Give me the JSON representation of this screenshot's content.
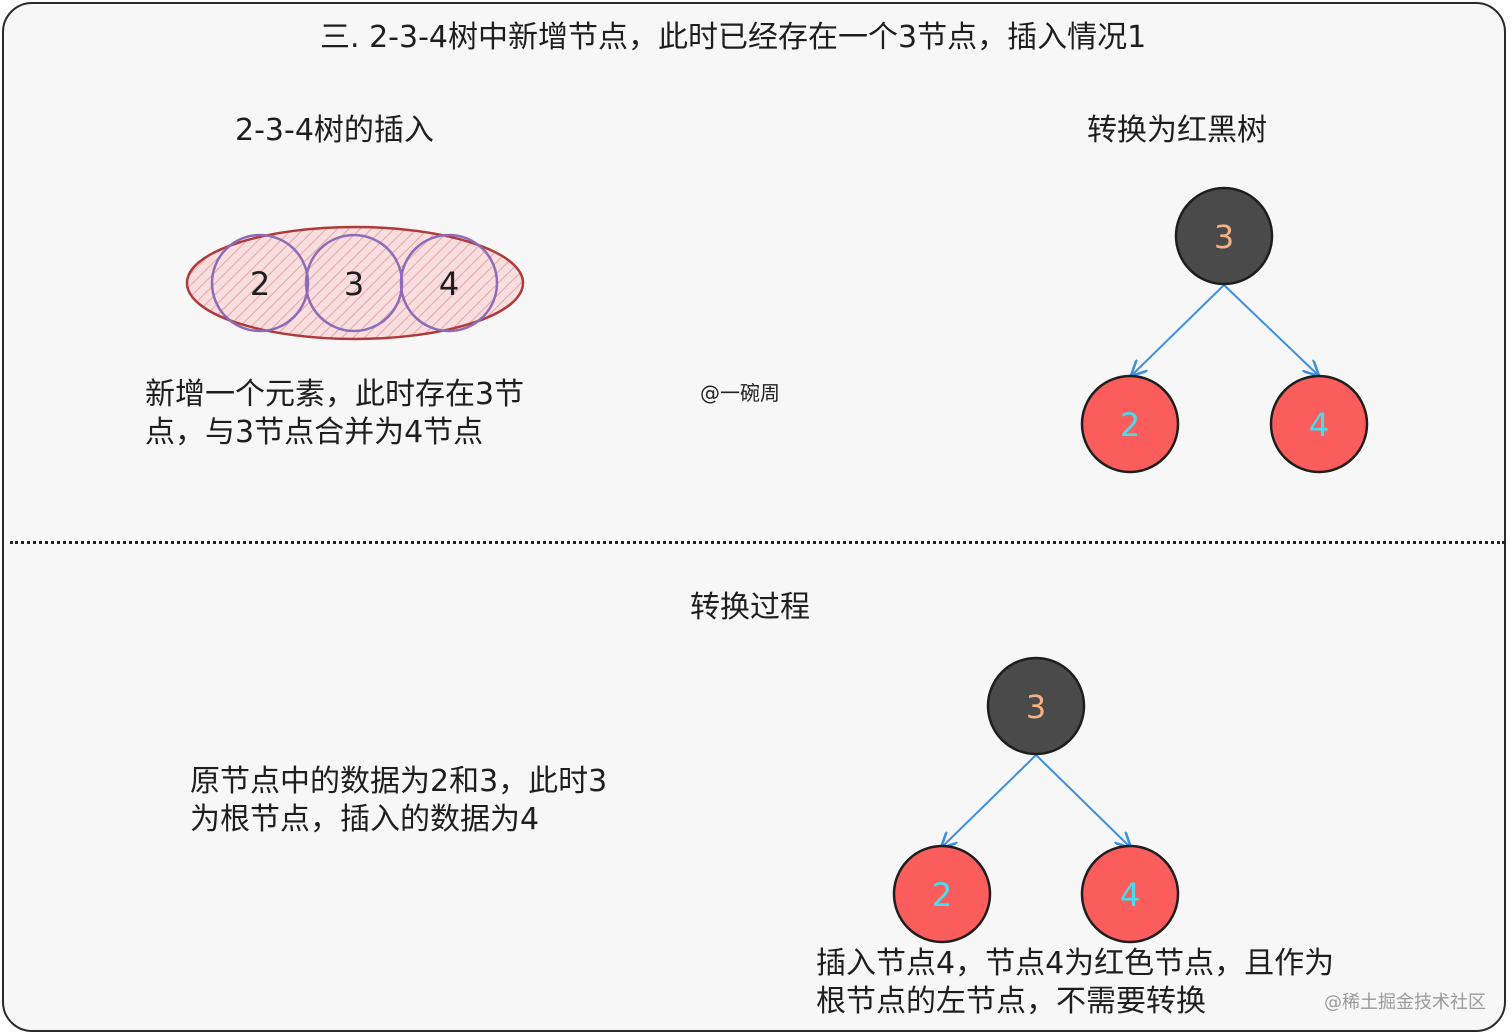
{
  "title": "三. 2-3-4树中新增节点，此时已经存在一个3节点，插入情况1",
  "top_left": {
    "heading": "2-3-4树的插入",
    "node_keys": [
      "2",
      "3",
      "4"
    ],
    "desc_line1": "新增一个元素，此时存在3节",
    "desc_line2": "点，与3节点合并为4节点"
  },
  "credit": "@一碗周",
  "top_right": {
    "heading": "转换为红黑树",
    "root": "3",
    "left_child": "2",
    "right_child": "4"
  },
  "bottom": {
    "heading": "转换过程",
    "desc_left_line1": "原节点中的数据为2和3，此时3",
    "desc_left_line2": "为根节点，插入的数据为4",
    "root": "3",
    "left_child": "2",
    "right_child": "4",
    "desc_right_line1": "插入节点4，节点4为红色节点，且作为",
    "desc_right_line2": "根节点的左节点，不需要转换"
  },
  "watermark": "@稀土掘金技术社区",
  "colors": {
    "black_node": "#4a4a4a",
    "black_node_text": "#f4b183",
    "red_node": "#fb5c5c",
    "red_node_text": "#40e0f0",
    "edge": "#3d8fe0",
    "ellipse_stroke": "#b03a3a",
    "ellipse_fill": "#f2c7c7",
    "group_circle_stroke": "#8c6bb8"
  }
}
